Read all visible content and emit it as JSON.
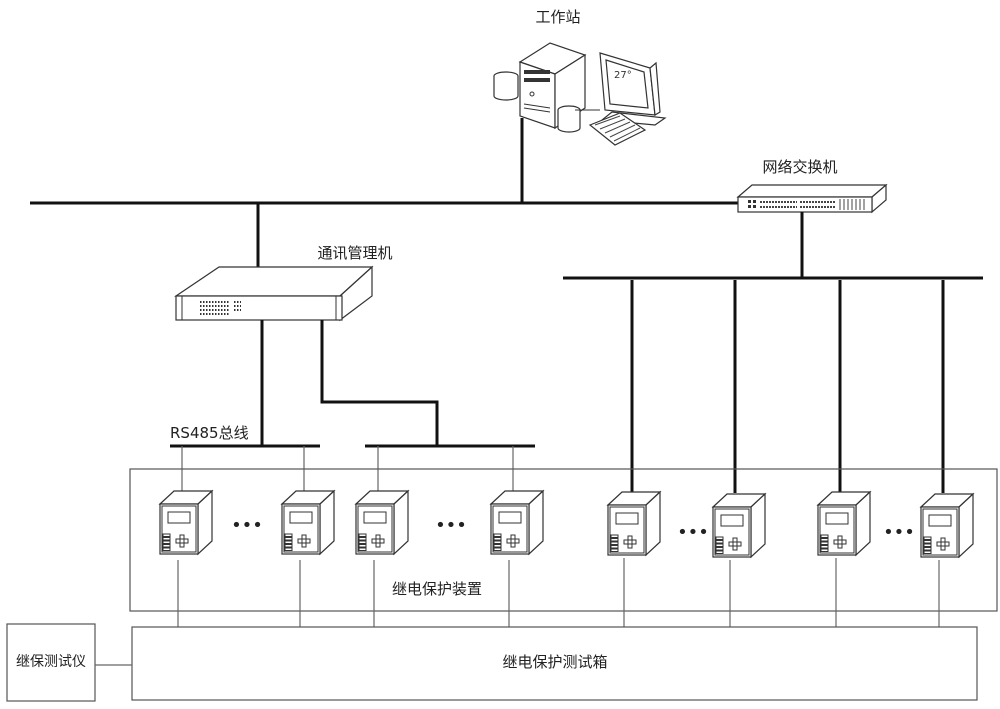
{
  "labels": {
    "workstation": "工作站",
    "network_switch": "网络交换机",
    "comm_manager": "通讯管理机",
    "rs485_bus": "RS485总线",
    "relay_protection_devices": "继电保护装置",
    "relay_test_box": "继电保护测试箱",
    "relay_tester": "继保测试仪",
    "monitor_display": "27°"
  },
  "ellipsis": "•••",
  "device_groups": [
    {
      "name": "rs485-group-1",
      "device_count_shown": 2
    },
    {
      "name": "rs485-group-2",
      "device_count_shown": 2
    },
    {
      "name": "ethernet-group-1",
      "device_count_shown": 2
    },
    {
      "name": "ethernet-group-2",
      "device_count_shown": 2
    }
  ]
}
